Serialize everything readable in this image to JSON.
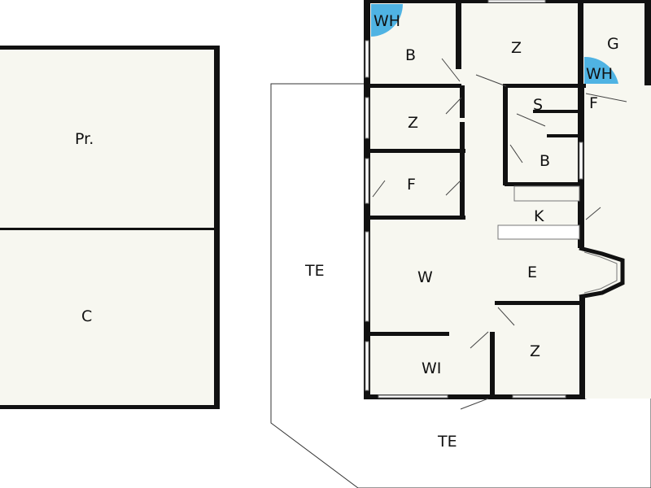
{
  "colors": {
    "wall": "#111111",
    "floor": "#f7f7f0",
    "water_heater": "#4fb3e3",
    "background": "#ffffff"
  },
  "rooms": {
    "pr": "Pr.",
    "c": "C",
    "te_west": "TE",
    "te_south": "TE",
    "wh_top": "WH",
    "wh_right": "WH",
    "b_top": "B",
    "z_top": "Z",
    "g": "G",
    "f_right": "F",
    "s": "S",
    "z_mid": "Z",
    "b_mid": "B",
    "f_mid": "F",
    "k": "K",
    "w": "W",
    "e": "E",
    "z_bottom": "Z",
    "wi": "WI"
  }
}
